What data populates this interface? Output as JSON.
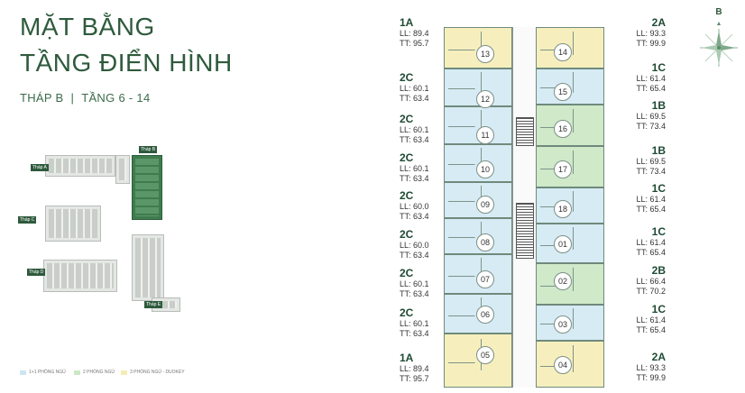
{
  "title_line1": "MẶT BẰNG",
  "title_line2": "TẦNG ĐIỂN HÌNH",
  "tower": "THÁP B",
  "floors": "TẦNG 6 - 14",
  "compass_letter": "B",
  "legend": [
    {
      "label": "1+1 PHÒNG NGỦ",
      "color": "#cde6f3"
    },
    {
      "label": "2 PHÒNG NGỦ",
      "color": "#cbe8c4"
    },
    {
      "label": "3 PHÒNG NGỦ - DUOKEY",
      "color": "#f4ecb4"
    }
  ],
  "site_tags": [
    "Tháp A",
    "Tháp B",
    "Tháp C",
    "Tháp D",
    "Tháp E"
  ],
  "units": {
    "u13": {
      "num": "13",
      "type": "1A",
      "ll": "LL: 89.4",
      "tt": "TT: 95.7"
    },
    "u12": {
      "num": "12",
      "type": "2C",
      "ll": "LL: 60.1",
      "tt": "TT: 63.4"
    },
    "u11": {
      "num": "11",
      "type": "2C",
      "ll": "LL: 60.1",
      "tt": "TT: 63.4"
    },
    "u10": {
      "num": "10",
      "type": "2C",
      "ll": "LL: 60.1",
      "tt": "TT: 63.4"
    },
    "u09": {
      "num": "09",
      "type": "2C",
      "ll": "LL: 60.0",
      "tt": "TT: 63.4"
    },
    "u08": {
      "num": "08",
      "type": "2C",
      "ll": "LL: 60.0",
      "tt": "TT: 63.4"
    },
    "u07": {
      "num": "07",
      "type": "2C",
      "ll": "LL: 60.1",
      "tt": "TT: 63.4"
    },
    "u06": {
      "num": "06",
      "type": "2C",
      "ll": "LL: 60.1",
      "tt": "TT: 63.4"
    },
    "u05": {
      "num": "05",
      "type": "1A",
      "ll": "LL: 89.4",
      "tt": "TT: 95.7"
    },
    "u14": {
      "num": "14",
      "type": "2A",
      "ll": "LL: 93.3",
      "tt": "TT: 99.9"
    },
    "u15": {
      "num": "15",
      "type": "1C",
      "ll": "LL: 61.4",
      "tt": "TT: 65.4"
    },
    "u16": {
      "num": "16",
      "type": "1B",
      "ll": "LL: 69.5",
      "tt": "TT: 73.4"
    },
    "u17": {
      "num": "17",
      "type": "1B",
      "ll": "LL: 69.5",
      "tt": "TT: 73.4"
    },
    "u18": {
      "num": "18",
      "type": "1C",
      "ll": "LL: 61.4",
      "tt": "TT: 65.4"
    },
    "u01": {
      "num": "01",
      "type": "1C",
      "ll": "LL: 61.4",
      "tt": "TT: 65.4"
    },
    "u02": {
      "num": "02",
      "type": "2B",
      "ll": "LL: 66.4",
      "tt": "TT: 70.2"
    },
    "u03": {
      "num": "03",
      "type": "1C",
      "ll": "LL: 61.4",
      "tt": "TT: 65.4"
    },
    "u04": {
      "num": "04",
      "type": "2A",
      "ll": "LL: 93.3",
      "tt": "TT: 99.9"
    }
  }
}
